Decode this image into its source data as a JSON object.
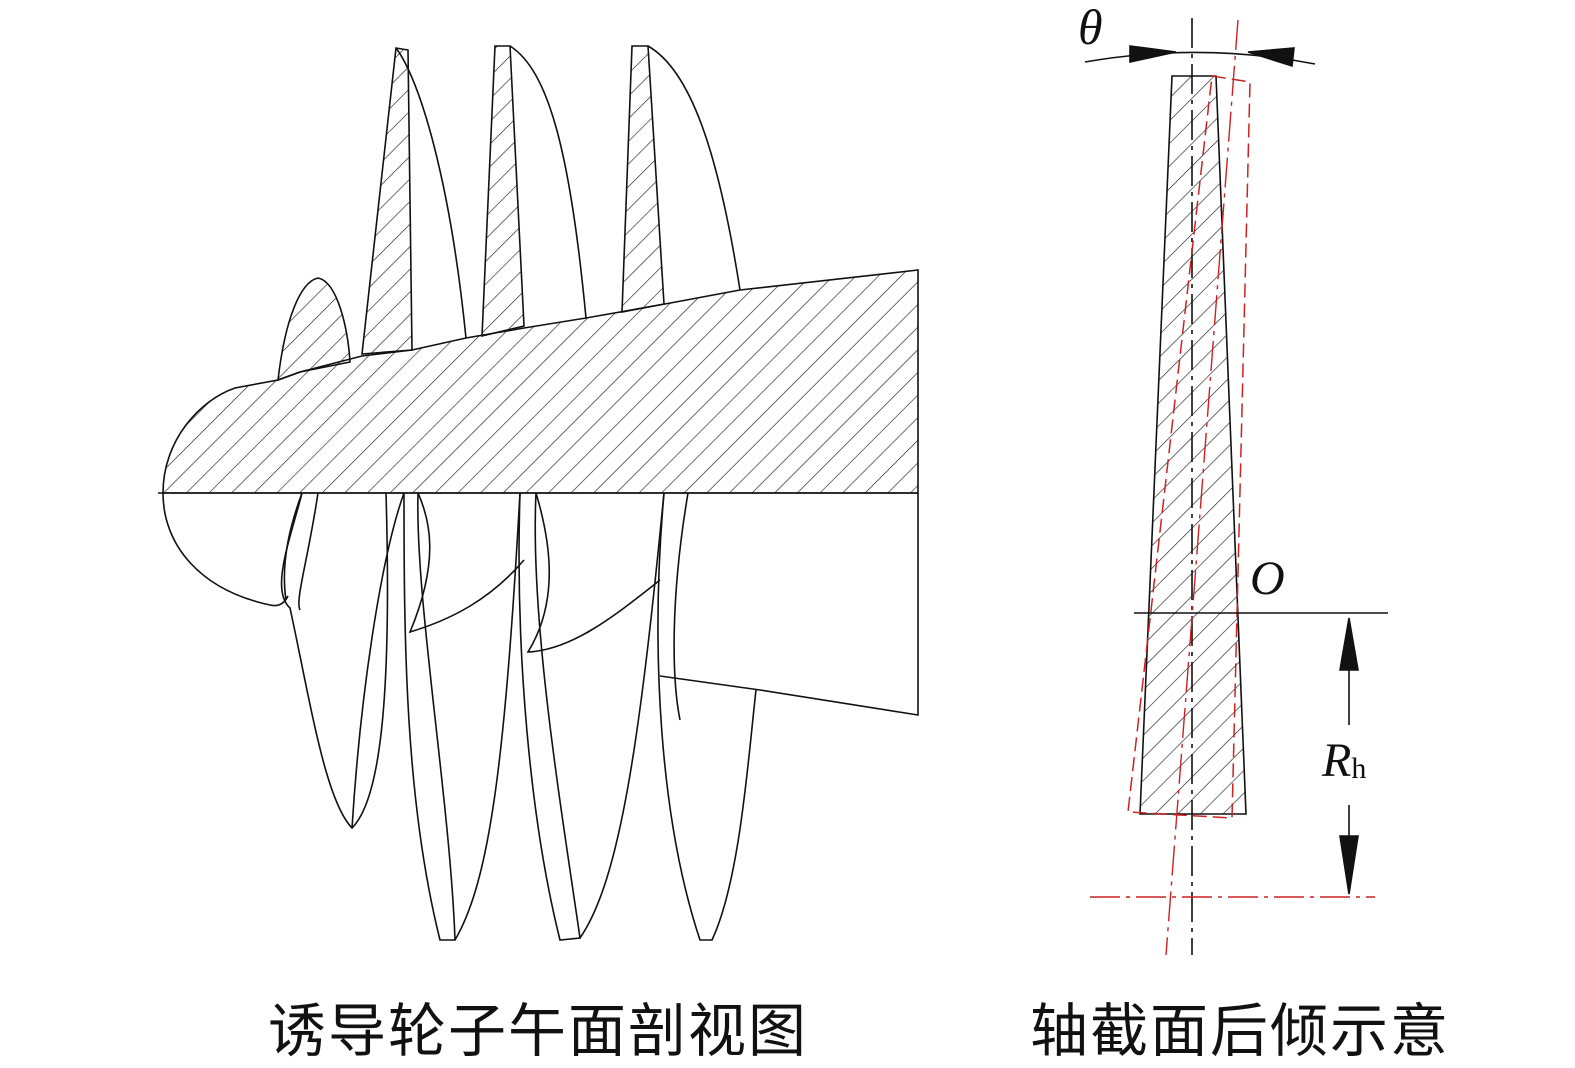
{
  "left_panel": {
    "caption": "诱导轮子午面剖视图"
  },
  "right_panel": {
    "caption": "轴截面后倾示意",
    "labels": {
      "angle": "θ",
      "origin": "O",
      "radius_main": "R",
      "radius_sub": "h"
    }
  },
  "colors": {
    "line": "#111111",
    "reference": "#cc2222"
  }
}
